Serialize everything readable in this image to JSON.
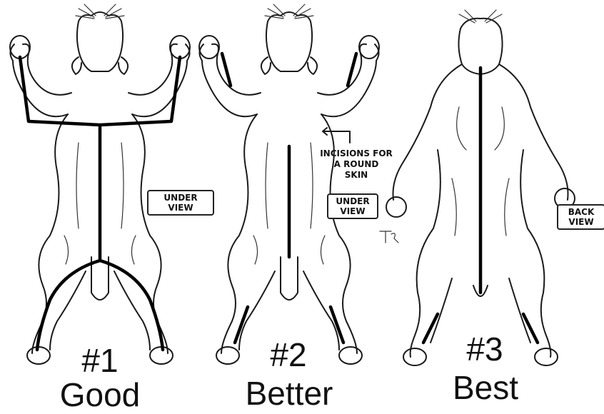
{
  "figures": [
    {
      "number": "#1",
      "rank": "Good",
      "view_label": "UNDER\nVIEW"
    },
    {
      "number": "#2",
      "rank": "Better",
      "view_label": "UNDER\nVIEW"
    },
    {
      "number": "#3",
      "rank": "Best",
      "view_label": "BACK\nVIEW"
    }
  ],
  "annotation": "INCISIONS FOR\nA ROUND\nSKIN",
  "artist_mark": "TR"
}
